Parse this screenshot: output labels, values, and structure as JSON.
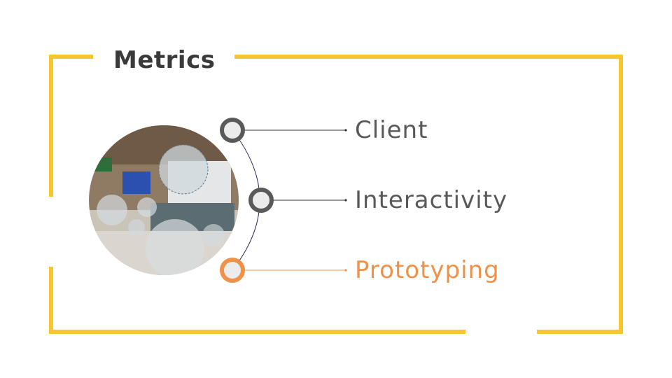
{
  "slide": {
    "title": "Metrics",
    "items": [
      {
        "label": "Client",
        "color": "#595959",
        "node_color": "#5a5a5a"
      },
      {
        "label": "Interactivity",
        "color": "#595959",
        "node_color": "#5a5a5a"
      },
      {
        "label": "Prototyping",
        "color": "#F0914A",
        "node_color": "#F0914A"
      }
    ],
    "frame_color": "#F7C52F",
    "photo": {
      "alt": "office-room-photo"
    }
  }
}
